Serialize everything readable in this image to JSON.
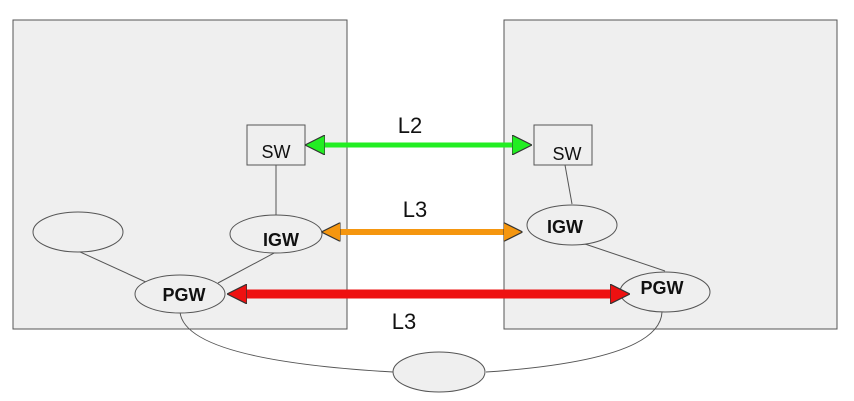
{
  "diagram": {
    "left_site": {
      "switch_label": "SW",
      "igw_label": "IGW",
      "pgw_label": "PGW"
    },
    "right_site": {
      "switch_label": "SW",
      "igw_label": "IGW",
      "pgw_label": "PGW"
    },
    "links": {
      "l2_label": "L2",
      "l3_igw_label": "L3",
      "l3_pgw_label": "L3"
    },
    "colors": {
      "l2_arrow": "#22ee22",
      "l3_igw_arrow": "#f5960f",
      "l3_pgw_arrow": "#ee1111",
      "site_fill": "#efefef",
      "outline": "#555555"
    }
  }
}
